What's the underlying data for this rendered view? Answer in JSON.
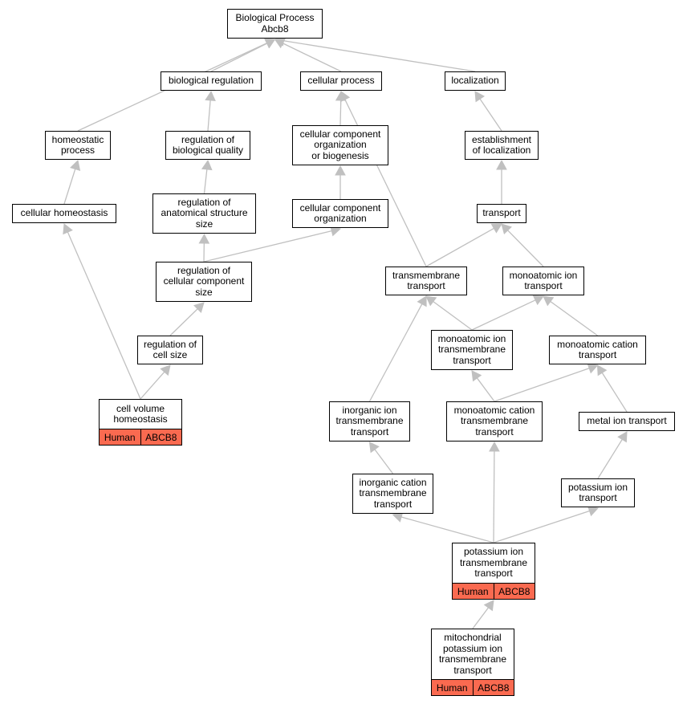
{
  "annotation_color": "#fa6a50",
  "edge_color": "#c0c0c0",
  "nodes": {
    "bp": {
      "label": "Biological Process\nAbcb8"
    },
    "bioreg": {
      "label": "biological regulation"
    },
    "cellproc": {
      "label": "cellular process"
    },
    "local": {
      "label": "localization"
    },
    "homeoproc": {
      "label": "homeostatic\nprocess"
    },
    "regbioq": {
      "label": "regulation of\nbiological quality"
    },
    "ccob": {
      "label": "cellular component\norganization\nor biogenesis"
    },
    "estloc": {
      "label": "establishment\nof localization"
    },
    "cellhomeo": {
      "label": "cellular homeostasis"
    },
    "regass": {
      "label": "regulation of\nanatomical structure\nsize"
    },
    "cco": {
      "label": "cellular component\norganization"
    },
    "transport": {
      "label": "transport"
    },
    "regccs": {
      "label": "regulation of\ncellular component\nsize"
    },
    "tmt": {
      "label": "transmembrane\ntransport"
    },
    "mit": {
      "label": "monoatomic ion\ntransport"
    },
    "regcs": {
      "label": "regulation of\ncell size"
    },
    "mitt": {
      "label": "monoatomic ion\ntransmembrane\ntransport"
    },
    "mct": {
      "label": "monoatomic cation\ntransport"
    },
    "cvh": {
      "label": "cell volume\nhomeostasis",
      "annotations": [
        "Human",
        "ABCB8"
      ]
    },
    "iitt": {
      "label": "inorganic ion\ntransmembrane\ntransport"
    },
    "mctt": {
      "label": "monoatomic cation\ntransmembrane\ntransport"
    },
    "metal": {
      "label": "metal ion transport"
    },
    "ictt": {
      "label": "inorganic cation\ntransmembrane\ntransport"
    },
    "kit": {
      "label": "potassium ion\ntransport"
    },
    "kitt": {
      "label": "potassium ion\ntransmembrane\ntransport",
      "annotations": [
        "Human",
        "ABCB8"
      ]
    },
    "mkitt": {
      "label": "mitochondrial\npotassium ion\ntransmembrane\ntransport",
      "annotations": [
        "Human",
        "ABCB8"
      ]
    }
  },
  "edges": [
    [
      "bioreg",
      "bp"
    ],
    [
      "cellproc",
      "bp"
    ],
    [
      "local",
      "bp"
    ],
    [
      "homeoproc",
      "bp"
    ],
    [
      "regbioq",
      "bioreg"
    ],
    [
      "ccob",
      "cellproc"
    ],
    [
      "tmt",
      "cellproc"
    ],
    [
      "estloc",
      "local"
    ],
    [
      "cellhomeo",
      "homeoproc"
    ],
    [
      "regass",
      "regbioq"
    ],
    [
      "cco",
      "ccob"
    ],
    [
      "transport",
      "estloc"
    ],
    [
      "cvh",
      "cellhomeo"
    ],
    [
      "regccs",
      "regass"
    ],
    [
      "regccs",
      "cco"
    ],
    [
      "tmt",
      "transport"
    ],
    [
      "mit",
      "transport"
    ],
    [
      "regcs",
      "regccs"
    ],
    [
      "mitt",
      "tmt"
    ],
    [
      "mitt",
      "mit"
    ],
    [
      "mct",
      "mit"
    ],
    [
      "cvh",
      "regcs"
    ],
    [
      "iitt",
      "tmt"
    ],
    [
      "mctt",
      "mitt"
    ],
    [
      "mctt",
      "mct"
    ],
    [
      "metal",
      "mct"
    ],
    [
      "ictt",
      "iitt"
    ],
    [
      "kit",
      "metal"
    ],
    [
      "kitt",
      "ictt"
    ],
    [
      "kitt",
      "mctt"
    ],
    [
      "kitt",
      "kit"
    ],
    [
      "mkitt",
      "kitt"
    ]
  ]
}
